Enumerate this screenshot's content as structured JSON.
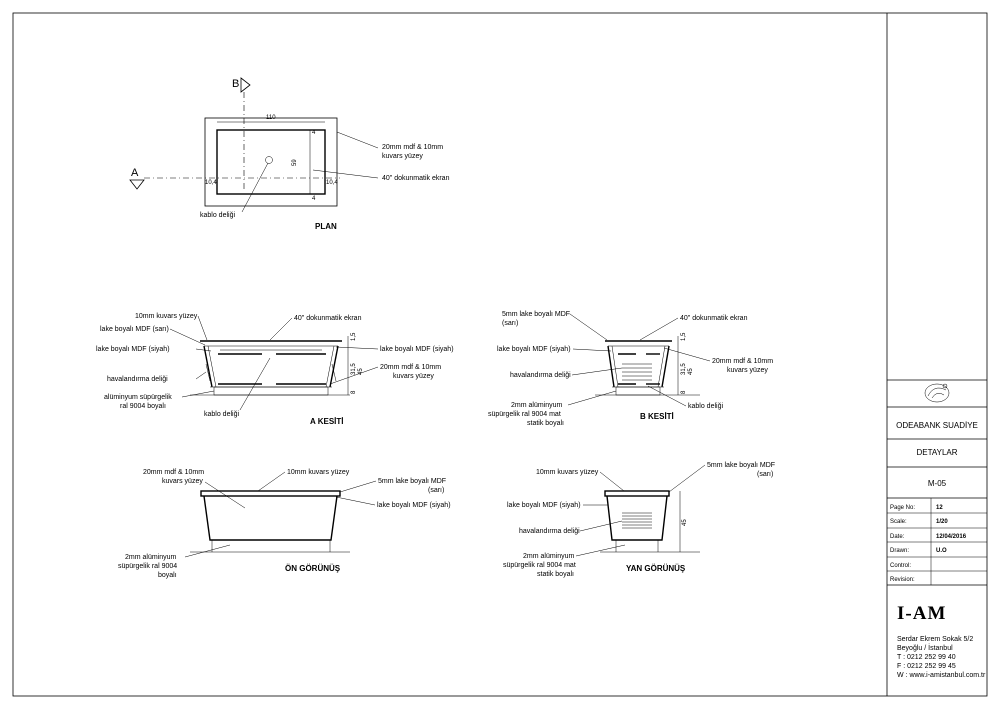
{
  "plan": {
    "section_a": "A",
    "section_b": "B",
    "dim_width": "110",
    "dim_height": "59",
    "dim_left": "10,4",
    "dim_right": "10,4",
    "dim_top": "4",
    "dim_bottom": "4",
    "label_surface": [
      "20mm mdf & 10mm",
      "kuvars yüzey"
    ],
    "label_screen": "40\" dokunmatik ekran",
    "label_cable": "kablo deliği",
    "title": "PLAN"
  },
  "section_a": {
    "title": "A KESİTİ",
    "labels_left": [
      "10mm kuvars yüzey",
      "lake boyalı MDF (sarı)",
      "lake boyalı MDF (siyah)",
      "havalandırma deliği",
      "alüminyum süpürgelik",
      "ral 9004 boyalı"
    ],
    "label_screen": "40\" dokunmatik ekran",
    "label_mdf_black": "lake boyalı MDF (siyah)",
    "label_surface": [
      "20mm mdf & 10mm",
      "kuvars yüzey"
    ],
    "label_cable": "kablo deliği",
    "dims": [
      "1",
      "1,5",
      "31,5",
      "45",
      "8"
    ]
  },
  "section_b": {
    "title": "B KESİTİ",
    "labels_left": [
      "5mm lake boyalı MDF",
      "(sarı)",
      "lake boyalı MDF (siyah)",
      "havalandırma deliği",
      "2mm alüminyum",
      "süpürgelik ral 9004 mat",
      "statik boyalı"
    ],
    "label_screen": "40\" dokunmatik ekran",
    "label_surface": [
      "20mm mdf & 10mm",
      "kuvars yüzey"
    ],
    "label_cable": "kablo deliği",
    "dims": [
      "1",
      "1,5",
      "31,5",
      "45",
      "8"
    ]
  },
  "front_view": {
    "title": "ÖN GÖRÜNÜŞ",
    "label_surface": [
      "20mm mdf & 10mm",
      "kuvars yüzey"
    ],
    "label_quartz": "10mm kuvars yüzey",
    "label_mdf_yellow": [
      "5mm lake boyalı MDF",
      "(sarı)"
    ],
    "label_mdf_black": "lake boyalı MDF (siyah)",
    "label_base": [
      "2mm alüminyum",
      "süpürgelik ral 9004",
      "boyalı"
    ]
  },
  "side_view": {
    "title": "YAN GÖRÜNÜŞ",
    "label_quartz": "10mm kuvars yüzey",
    "label_mdf_yellow": [
      "5mm lake boyalı MDF",
      "(sarı)"
    ],
    "label_mdf_black": "lake boyalı MDF (siyah)",
    "label_vent": "havalandırma deliği",
    "label_base": [
      "2mm alüminyum",
      "süpürgelik ral 9004 mat",
      "statik boyalı"
    ],
    "dim": "45"
  },
  "title_block": {
    "project": "ODEABANK SUADİYE",
    "sheet_title": "DETAYLAR",
    "sheet_code": "M-05",
    "rows": [
      {
        "label": "Page No:",
        "value": "12"
      },
      {
        "label": "Scale:",
        "value": "1/20"
      },
      {
        "label": "Date:",
        "value": "12/04/2016"
      },
      {
        "label": "Drawn:",
        "value": "U.O"
      },
      {
        "label": "Control:",
        "value": ""
      },
      {
        "label": "Revision:",
        "value": ""
      }
    ],
    "logo": "I-AM",
    "address": [
      "Serdar Ekrem Sokak 5/2",
      "Beyoğlu / İstanbul",
      "T  :  0212 252 99 40",
      "F  : 0212 252 99 45",
      "W : www.i-amistanbul.com.tr"
    ]
  }
}
